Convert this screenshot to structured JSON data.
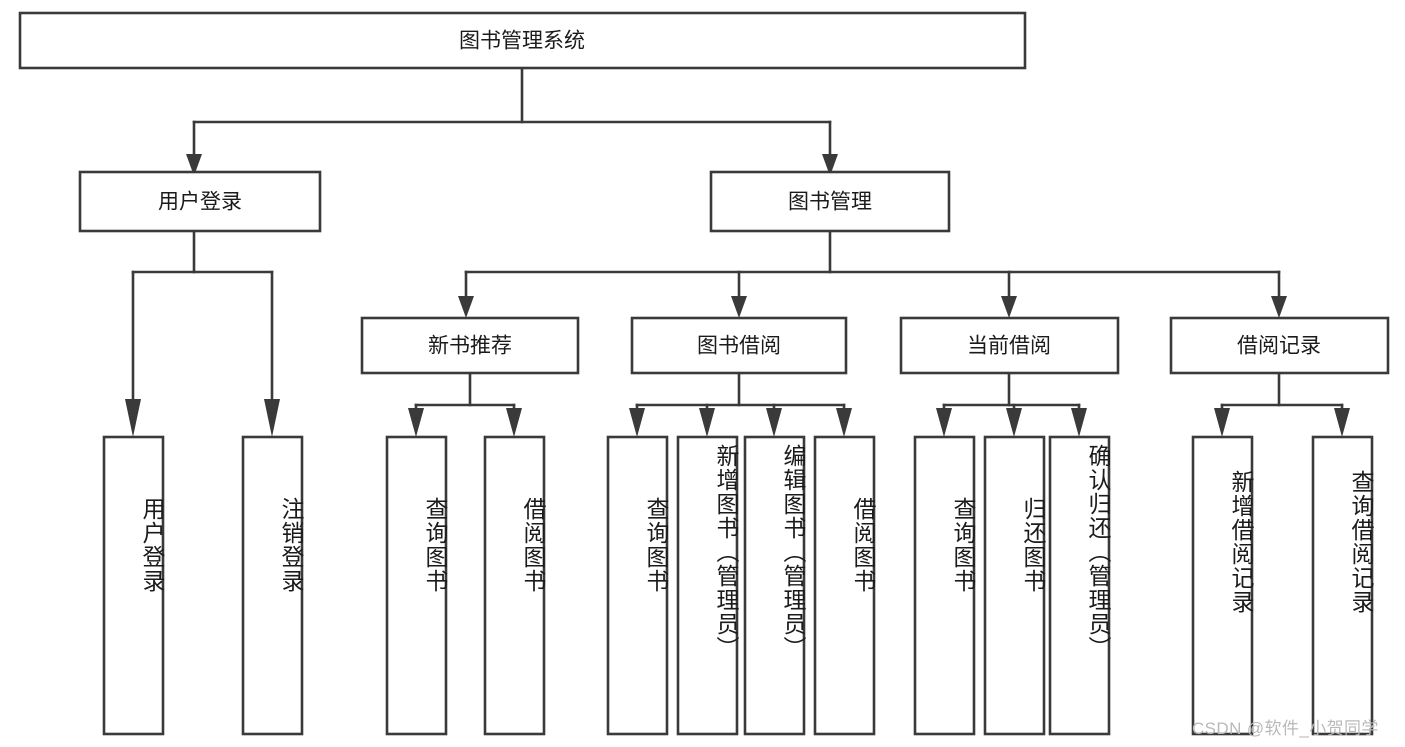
{
  "diagram": {
    "type": "tree-hierarchy-chart",
    "title": "图书管理系统",
    "orientation": "top-down",
    "levels": 4,
    "stroke_color": "#3a3a3a",
    "fill_color": "#ffffff",
    "text_color": "#1b1b1b"
  },
  "nodes": {
    "root": {
      "label": "图书管理系统",
      "level": 1,
      "text_direction": "horizontal"
    },
    "level2": [
      {
        "id": "user-login",
        "label": "用户登录",
        "text_direction": "horizontal"
      },
      {
        "id": "book-management",
        "label": "图书管理",
        "text_direction": "horizontal"
      }
    ],
    "level3": [
      {
        "id": "new-book-recommend",
        "label": "新书推荐",
        "parent": "book-management",
        "text_direction": "horizontal"
      },
      {
        "id": "book-borrow",
        "label": "图书借阅",
        "parent": "book-management",
        "text_direction": "horizontal"
      },
      {
        "id": "current-borrow",
        "label": "当前借阅",
        "parent": "book-management",
        "text_direction": "horizontal"
      },
      {
        "id": "borrow-record",
        "label": "借阅记录",
        "parent": "book-management",
        "text_direction": "horizontal"
      }
    ],
    "leaves": [
      {
        "id": "leaf-user-login",
        "label": "用户登录",
        "parent": "user-login",
        "text_direction": "vertical"
      },
      {
        "id": "leaf-logout-login",
        "label": "注销登录",
        "parent": "user-login",
        "text_direction": "vertical"
      },
      {
        "id": "leaf-query-book-1",
        "label": "查询图书",
        "parent": "new-book-recommend",
        "text_direction": "vertical"
      },
      {
        "id": "leaf-borrow-book-1",
        "label": "借阅图书",
        "parent": "new-book-recommend",
        "text_direction": "vertical"
      },
      {
        "id": "leaf-query-book-2",
        "label": "查询图书",
        "parent": "book-borrow",
        "text_direction": "vertical"
      },
      {
        "id": "leaf-add-book",
        "label": "新增图书（管理员）",
        "parent": "book-borrow",
        "text_direction": "vertical"
      },
      {
        "id": "leaf-edit-book",
        "label": "编辑图书（管理员）",
        "parent": "book-borrow",
        "text_direction": "vertical"
      },
      {
        "id": "leaf-borrow-book-2",
        "label": "借阅图书",
        "parent": "book-borrow",
        "text_direction": "vertical"
      },
      {
        "id": "leaf-query-book-3",
        "label": "查询图书",
        "parent": "current-borrow",
        "text_direction": "vertical"
      },
      {
        "id": "leaf-return-book",
        "label": "归还图书",
        "parent": "current-borrow",
        "text_direction": "vertical"
      },
      {
        "id": "leaf-confirm-return",
        "label": "确认归还（管理员）",
        "parent": "current-borrow",
        "text_direction": "vertical"
      },
      {
        "id": "leaf-add-record",
        "label": "新增借阅记录",
        "parent": "borrow-record",
        "text_direction": "vertical"
      },
      {
        "id": "leaf-query-record",
        "label": "查询借阅记录",
        "parent": "borrow-record",
        "text_direction": "vertical"
      }
    ]
  },
  "watermark": {
    "text": "CSDN @软件_小贺同学"
  }
}
